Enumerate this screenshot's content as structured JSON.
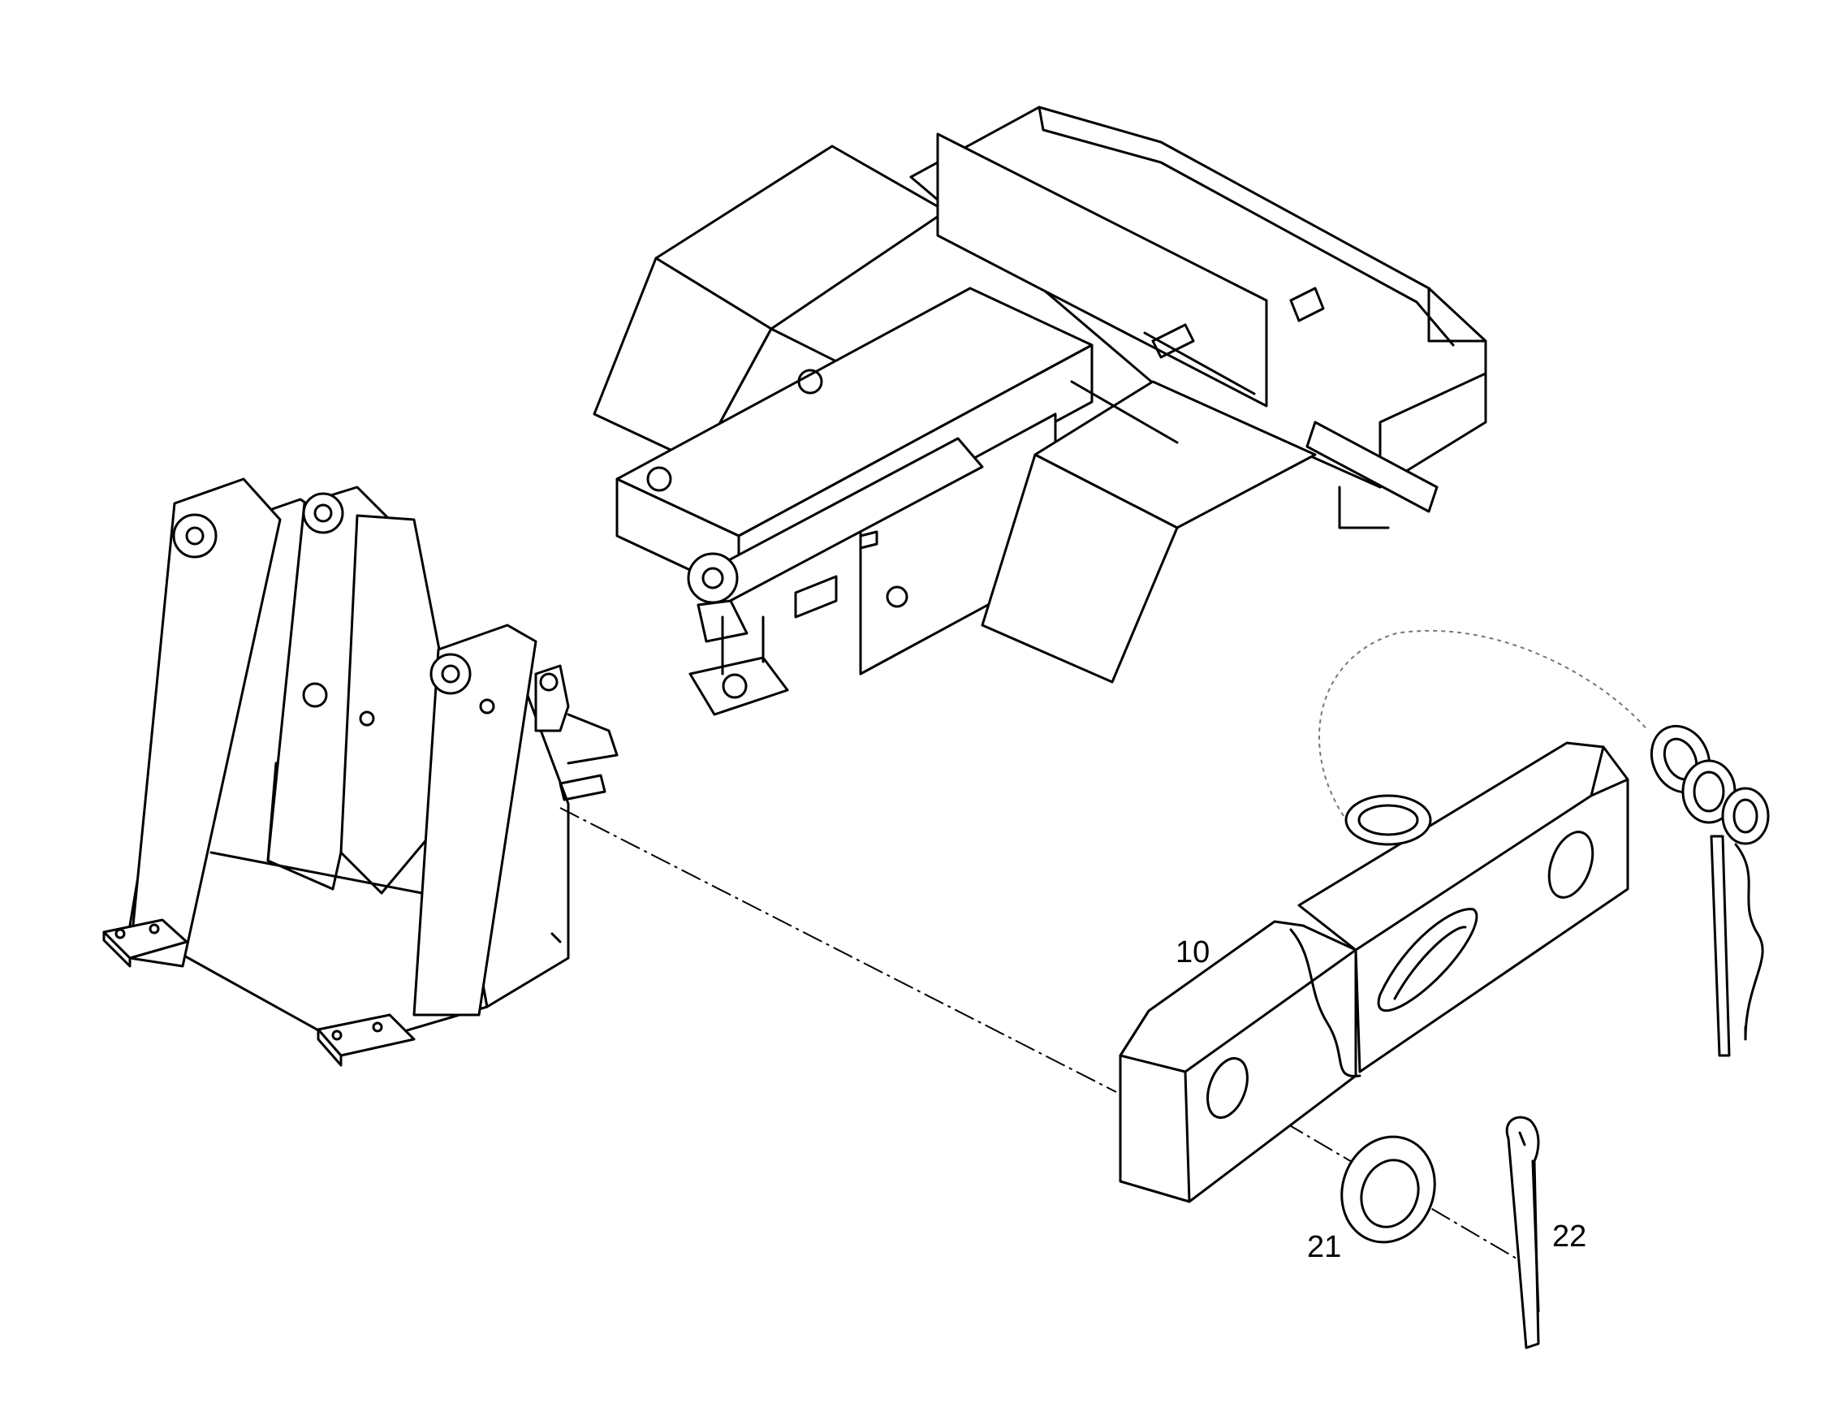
{
  "callouts": {
    "c10": "10",
    "c21": "21",
    "c22": "22"
  },
  "colors": {
    "line": "#000000",
    "background": "#ffffff"
  }
}
